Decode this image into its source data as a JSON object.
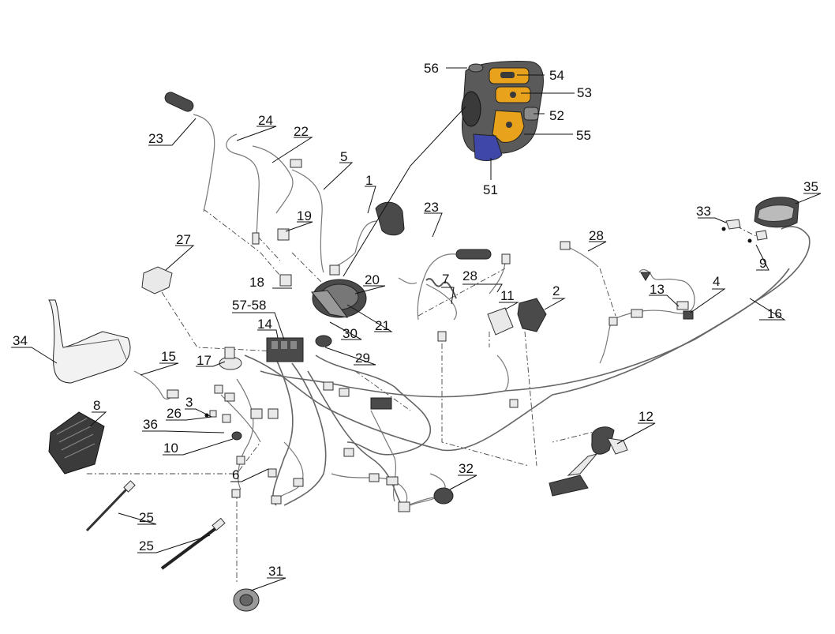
{
  "diagram": {
    "callouts": [
      {
        "id": "c56",
        "text": "56"
      },
      {
        "id": "c54",
        "text": "54"
      },
      {
        "id": "c53",
        "text": "53"
      },
      {
        "id": "c52",
        "text": "52"
      },
      {
        "id": "c55",
        "text": "55"
      },
      {
        "id": "c51",
        "text": "51"
      },
      {
        "id": "c23a",
        "text": "23"
      },
      {
        "id": "c24",
        "text": "24"
      },
      {
        "id": "c22",
        "text": "22"
      },
      {
        "id": "c5",
        "text": "5"
      },
      {
        "id": "c1",
        "text": "1"
      },
      {
        "id": "c23b",
        "text": "23"
      },
      {
        "id": "c35",
        "text": "35"
      },
      {
        "id": "c33",
        "text": "33"
      },
      {
        "id": "c19",
        "text": "19"
      },
      {
        "id": "c27",
        "text": "27"
      },
      {
        "id": "c28a",
        "text": "28"
      },
      {
        "id": "c9",
        "text": "9"
      },
      {
        "id": "c18",
        "text": "18"
      },
      {
        "id": "c20",
        "text": "20"
      },
      {
        "id": "c7",
        "text": "7"
      },
      {
        "id": "c28b",
        "text": "28"
      },
      {
        "id": "c2",
        "text": "2"
      },
      {
        "id": "c13",
        "text": "13"
      },
      {
        "id": "c4",
        "text": "4"
      },
      {
        "id": "c11",
        "text": "11"
      },
      {
        "id": "c57",
        "text": "57-58"
      },
      {
        "id": "c14",
        "text": "14"
      },
      {
        "id": "c21",
        "text": "21"
      },
      {
        "id": "c30",
        "text": "30"
      },
      {
        "id": "c16",
        "text": "16"
      },
      {
        "id": "c34",
        "text": "34"
      },
      {
        "id": "c29",
        "text": "29"
      },
      {
        "id": "c17",
        "text": "17"
      },
      {
        "id": "c15",
        "text": "15"
      },
      {
        "id": "c3",
        "text": "3"
      },
      {
        "id": "c8",
        "text": "8"
      },
      {
        "id": "c26",
        "text": "26"
      },
      {
        "id": "c36",
        "text": "36"
      },
      {
        "id": "c10",
        "text": "10"
      },
      {
        "id": "c12",
        "text": "12"
      },
      {
        "id": "c6",
        "text": "6"
      },
      {
        "id": "c32",
        "text": "32"
      },
      {
        "id": "c25a",
        "text": "25"
      },
      {
        "id": "c25b",
        "text": "25"
      },
      {
        "id": "c31",
        "text": "31"
      }
    ],
    "colors": {
      "switch_yellow": "#e8a21c",
      "switch_body": "#5a5a5a",
      "switch_blue": "#3f47a8",
      "line": "#111111"
    }
  }
}
